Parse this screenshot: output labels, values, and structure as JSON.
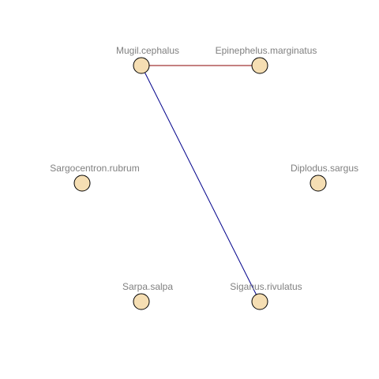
{
  "graph": {
    "nodes": [
      {
        "id": "n1",
        "label": "Mugil.cephalus"
      },
      {
        "id": "n2",
        "label": "Epinephelus.marginatus"
      },
      {
        "id": "n3",
        "label": "Sargocentron.rubrum"
      },
      {
        "id": "n4",
        "label": "Diplodus.sargus"
      },
      {
        "id": "n5",
        "label": "Sarpa.salpa"
      },
      {
        "id": "n6",
        "label": "Siganus.rivulatus"
      }
    ],
    "edges": [
      {
        "from": "n1",
        "to": "n2",
        "color": "#8b0000"
      },
      {
        "from": "n1",
        "to": "n6",
        "color": "#00008b"
      }
    ],
    "node_fill": "#f5deb3",
    "node_stroke": "#000000",
    "label_color": "#808080"
  }
}
